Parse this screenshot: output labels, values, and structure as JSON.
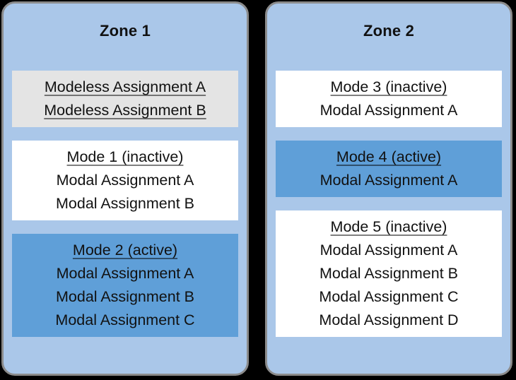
{
  "zones": [
    {
      "title": "Zone 1",
      "blocks": [
        {
          "type": "modeless",
          "style": "gray",
          "lines": [
            "Modeless Assignment A",
            "Modeless Assignment B"
          ]
        },
        {
          "type": "mode",
          "style": "white",
          "title": "Mode 1 (inactive)",
          "assignments": [
            "Modal Assignment A",
            "Modal Assignment B"
          ]
        },
        {
          "type": "mode",
          "style": "active",
          "title": "Mode 2 (active)",
          "assignments": [
            "Modal Assignment A",
            "Modal Assignment B",
            "Modal Assignment C"
          ]
        }
      ]
    },
    {
      "title": "Zone 2",
      "blocks": [
        {
          "type": "mode",
          "style": "white",
          "title": "Mode 3 (inactive)",
          "assignments": [
            "Modal Assignment A"
          ]
        },
        {
          "type": "mode",
          "style": "active",
          "title": "Mode 4 (active)",
          "assignments": [
            "Modal Assignment A"
          ]
        },
        {
          "type": "mode",
          "style": "white",
          "title": "Mode 5 (inactive)",
          "assignments": [
            "Modal Assignment A",
            "Modal Assignment B",
            "Modal Assignment C",
            "Modal Assignment D"
          ]
        }
      ]
    }
  ],
  "colors": {
    "page_background": "#000000",
    "zone_fill": "#aac7e9",
    "zone_border": "#8b8b8b",
    "modeless_box_fill": "#e4e4e4",
    "inactive_mode_box_fill": "#ffffff",
    "active_mode_box_fill": "#5f9fd8",
    "text": "#111111",
    "underline": "rgba(0,0,0,0.5)"
  }
}
